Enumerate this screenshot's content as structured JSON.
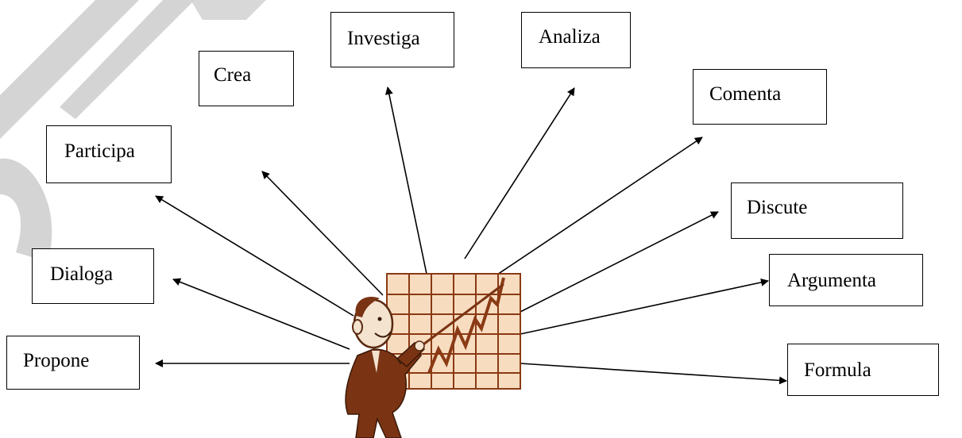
{
  "diagram": {
    "center": {
      "figure": "presenter-with-chart-icon"
    },
    "colors": {
      "watermark": "#d4d4d4",
      "chart_fill": "#f7dcc0",
      "chart_stroke": "#8a3a14",
      "figure_fill": "#7a3414"
    },
    "nodes": [
      {
        "id": "propone",
        "label": "Propone"
      },
      {
        "id": "dialoga",
        "label": "Dialoga"
      },
      {
        "id": "participa",
        "label": "Participa"
      },
      {
        "id": "crea",
        "label": "Crea"
      },
      {
        "id": "investiga",
        "label": "Investiga"
      },
      {
        "id": "analiza",
        "label": "Analiza"
      },
      {
        "id": "comenta",
        "label": "Comenta"
      },
      {
        "id": "discute",
        "label": "Discute"
      },
      {
        "id": "argumenta",
        "label": "Argumenta"
      },
      {
        "id": "formula",
        "label": "Formula"
      }
    ]
  }
}
